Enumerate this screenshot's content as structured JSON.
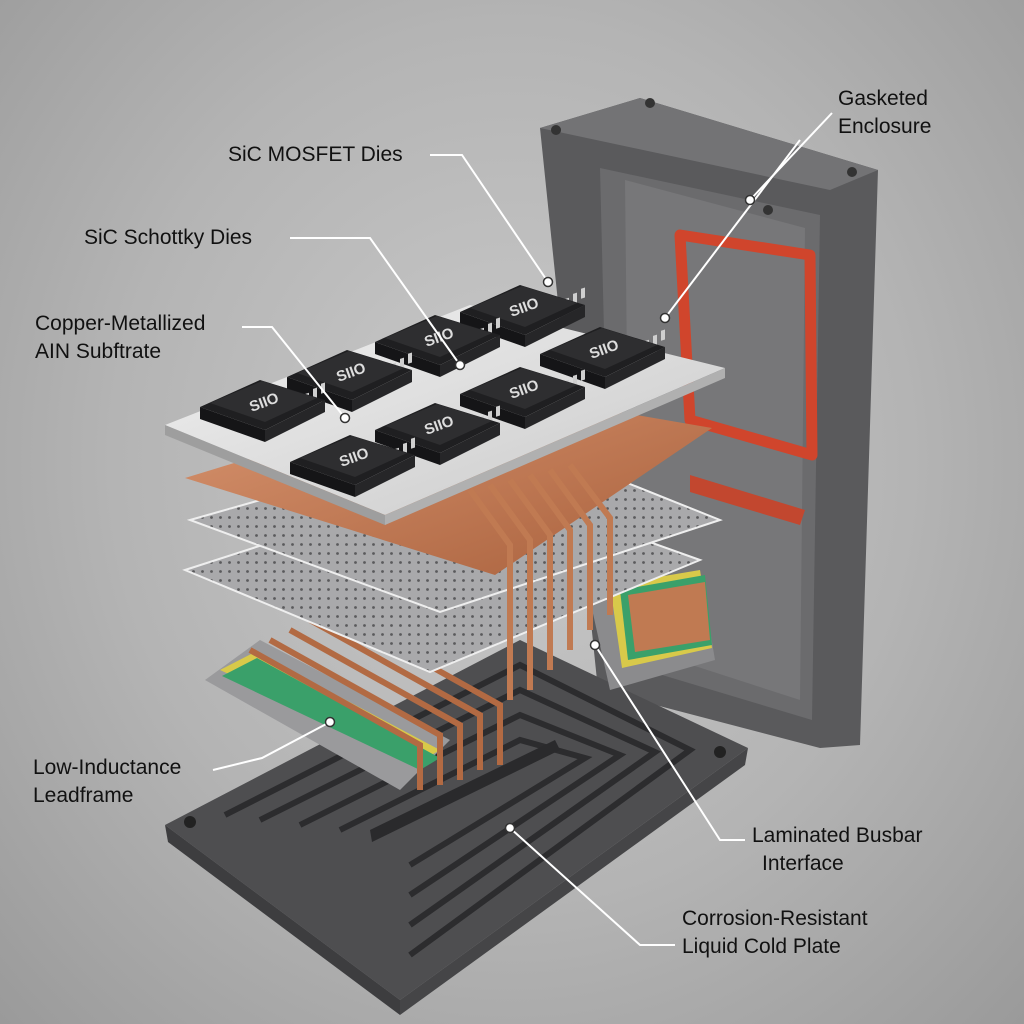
{
  "labels": {
    "enclosure": [
      "Gasketed",
      "Enclosure"
    ],
    "mosfet": "SiC MOSFET Dies",
    "schottky": "SiC Schottky Dies",
    "substrate": [
      "Copper-Metallized",
      "AIN Subftrate"
    ],
    "leadframe": [
      "Low-Inductance",
      "Leadframe"
    ],
    "busbar": [
      "Laminated Busbar",
      "Interface"
    ],
    "coldplate": [
      "Corrosion-Resistant",
      "Liquid Cold Plate"
    ]
  },
  "chip_marking": "SIIO",
  "colors": {
    "copper": "#c07a52",
    "gasket": "#d0452c",
    "enclosure": "#5d5d5f",
    "chip": "#2e2e30",
    "leader": "#ffffff"
  }
}
